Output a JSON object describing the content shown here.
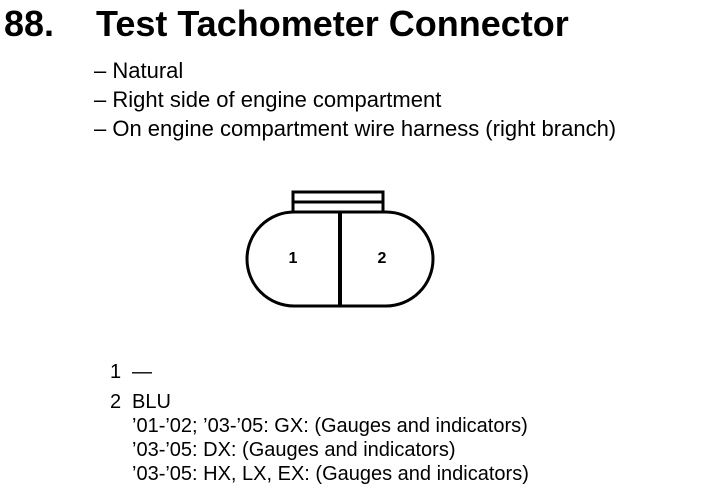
{
  "heading": {
    "number": "88.",
    "title": "Test Tachometer Connector"
  },
  "info": [
    "– Natural",
    "– Right side of engine compartment",
    "– On engine compartment wire harness (right branch)"
  ],
  "connector": {
    "pin1_label": "1",
    "pin2_label": "2"
  },
  "pins": [
    {
      "number": "1",
      "wire": "—",
      "details": []
    },
    {
      "number": "2",
      "wire": "BLU",
      "details": [
        "’01-’02; ’03-’05: GX: (Gauges and indicators)",
        "’03-’05: DX: (Gauges and indicators)",
        "’03-’05: HX, LX, EX: (Gauges and indicators)"
      ]
    }
  ]
}
